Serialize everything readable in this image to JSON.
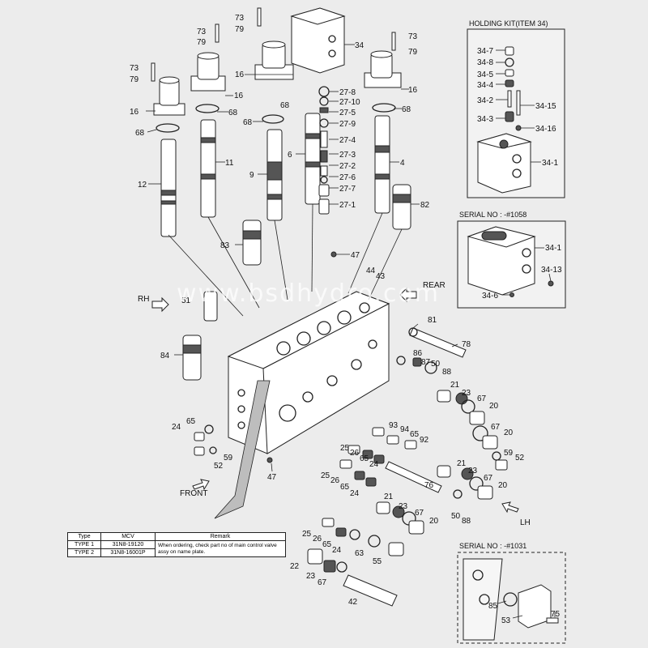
{
  "labels": {
    "n73": "73",
    "n79": "79",
    "n16": "16",
    "n68": "68",
    "n11": "11",
    "n12": "12",
    "n9": "9",
    "n34": "34",
    "n278": "27-8",
    "n2710": "27-10",
    "n275": "27-5",
    "n279": "27-9",
    "n274": "27-4",
    "n6": "6",
    "n273": "27-3",
    "n272": "27-2",
    "n276": "27-6",
    "n277": "27-7",
    "n271": "27-1",
    "n4": "4",
    "n82": "82",
    "n83": "83",
    "n47": "47",
    "n44": "44",
    "n43": "43",
    "n51": "51",
    "n84": "84",
    "n81": "81",
    "n78": "78",
    "n86": "86",
    "n87": "87",
    "n50": "50",
    "n88": "88",
    "n21": "21",
    "n23": "23",
    "n67": "67",
    "n20": "20",
    "n59": "59",
    "n52": "52",
    "n65": "65",
    "n24": "24",
    "n93": "93",
    "n94": "94",
    "n92": "92",
    "n25": "25",
    "n26": "26",
    "n76": "76",
    "n63": "63",
    "n55": "55",
    "n22": "22",
    "n42": "42",
    "n85": "85",
    "n53": "53",
    "n75": "75",
    "h347": "34-7",
    "h348": "34-8",
    "h345": "34-5",
    "h344": "34-4",
    "h342": "34-2",
    "h3415": "34-15",
    "h343": "34-3",
    "h3416": "34-16",
    "h341": "34-1",
    "s341": "34-1",
    "s3413": "34-13",
    "s346": "34-6"
  },
  "directions": {
    "rh": "RH",
    "rear": "REAR",
    "front": "FRONT",
    "lh": "LH"
  },
  "boxes": {
    "holding_kit_title": "HOLDING KIT(ITEM 34)",
    "serial_1058_title": "SERIAL NO : -#1058",
    "serial_1031_title": "SERIAL NO : -#1031"
  },
  "watermark": "www.bsdhydro.com",
  "table": {
    "headers": [
      "Type",
      "MCV",
      "Remark"
    ],
    "rows": [
      {
        "type": "TYPE 1",
        "mcv": "31N8-19120",
        "remark": "When ordering, check part no of main control valve assy on name plate."
      },
      {
        "type": "TYPE 2",
        "mcv": "31N8-16001P",
        "remark": ""
      }
    ]
  }
}
